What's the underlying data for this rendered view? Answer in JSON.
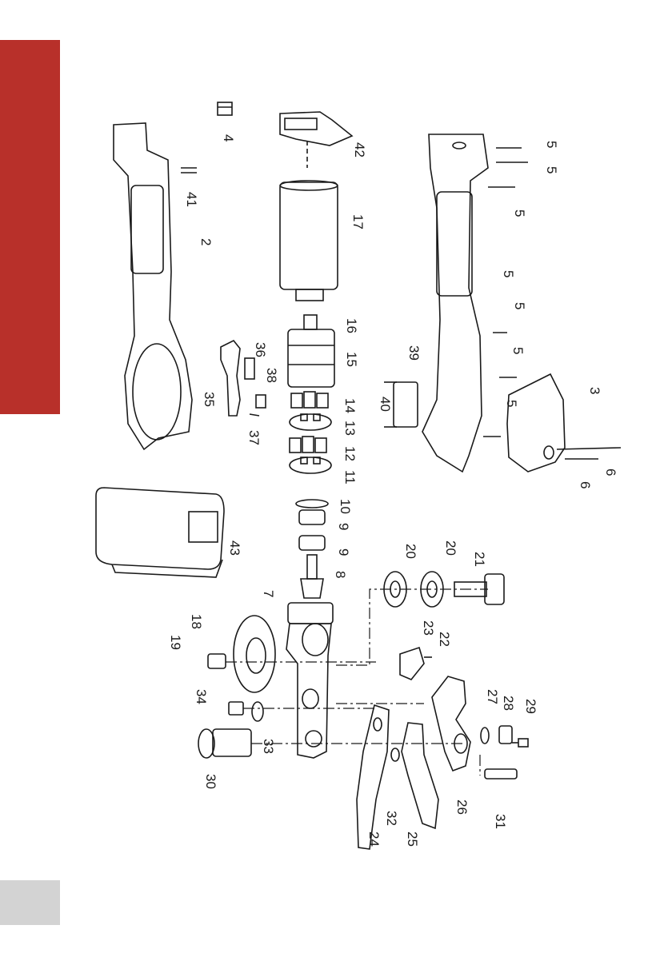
{
  "page": {
    "tab_color": "#b8302a",
    "page_box_color": "#d3d3d3",
    "line_color": "#1a1a1a"
  },
  "part_numbers": {
    "n4": "4",
    "n42": "42",
    "n41": "41",
    "n2": "2",
    "n17": "17",
    "n5a": "5",
    "n5b": "5",
    "n5c": "5",
    "n5d": "5",
    "n5e": "5",
    "n5f": "5",
    "n5g": "5",
    "n36": "36",
    "n38": "38",
    "n35": "35",
    "n37": "37",
    "n16": "16",
    "n15": "15",
    "n39": "39",
    "n40": "40",
    "n3": "3",
    "n14": "14",
    "n13": "13",
    "n12": "12",
    "n11": "11",
    "n6a": "6",
    "n6b": "6",
    "n10": "10",
    "n9a": "9",
    "n9b": "9",
    "n43": "43",
    "n20a": "20",
    "n20b": "20",
    "n21": "21",
    "n8": "8",
    "n7": "7",
    "n18": "18",
    "n19": "19",
    "n23": "23",
    "n22": "22",
    "n34": "34",
    "n27": "27",
    "n28": "28",
    "n29": "29",
    "n33": "33",
    "n30": "30",
    "n32": "32",
    "n24": "24",
    "n25": "25",
    "n26": "26",
    "n31": "31"
  }
}
